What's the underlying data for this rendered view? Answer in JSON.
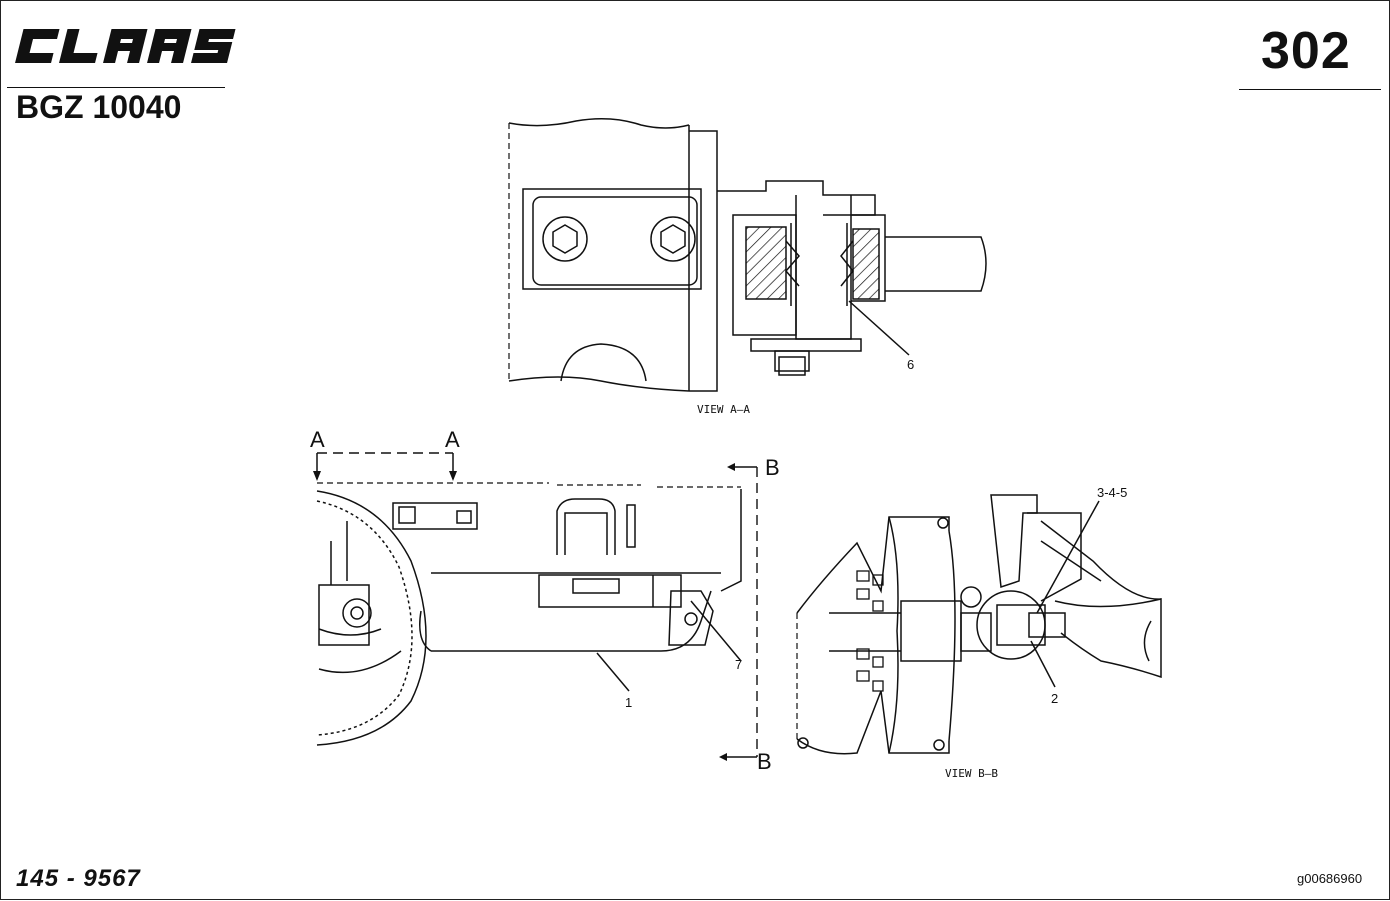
{
  "header": {
    "brand": "CLAAS",
    "page_number": "302",
    "doc_code": "BGZ 10040"
  },
  "footer": {
    "part_code": "145 - 9567",
    "image_id": "g00686960"
  },
  "views": {
    "view_a": "VIEW  A—A",
    "view_b": "VIEW  B—B"
  },
  "section_marks": {
    "a_left": "A",
    "a_right": "A",
    "b_top": "B",
    "b_bottom": "B"
  },
  "callouts": {
    "c6": "6",
    "c7": "7",
    "c1": "1",
    "c345": "3-4-5",
    "c2": "2"
  }
}
